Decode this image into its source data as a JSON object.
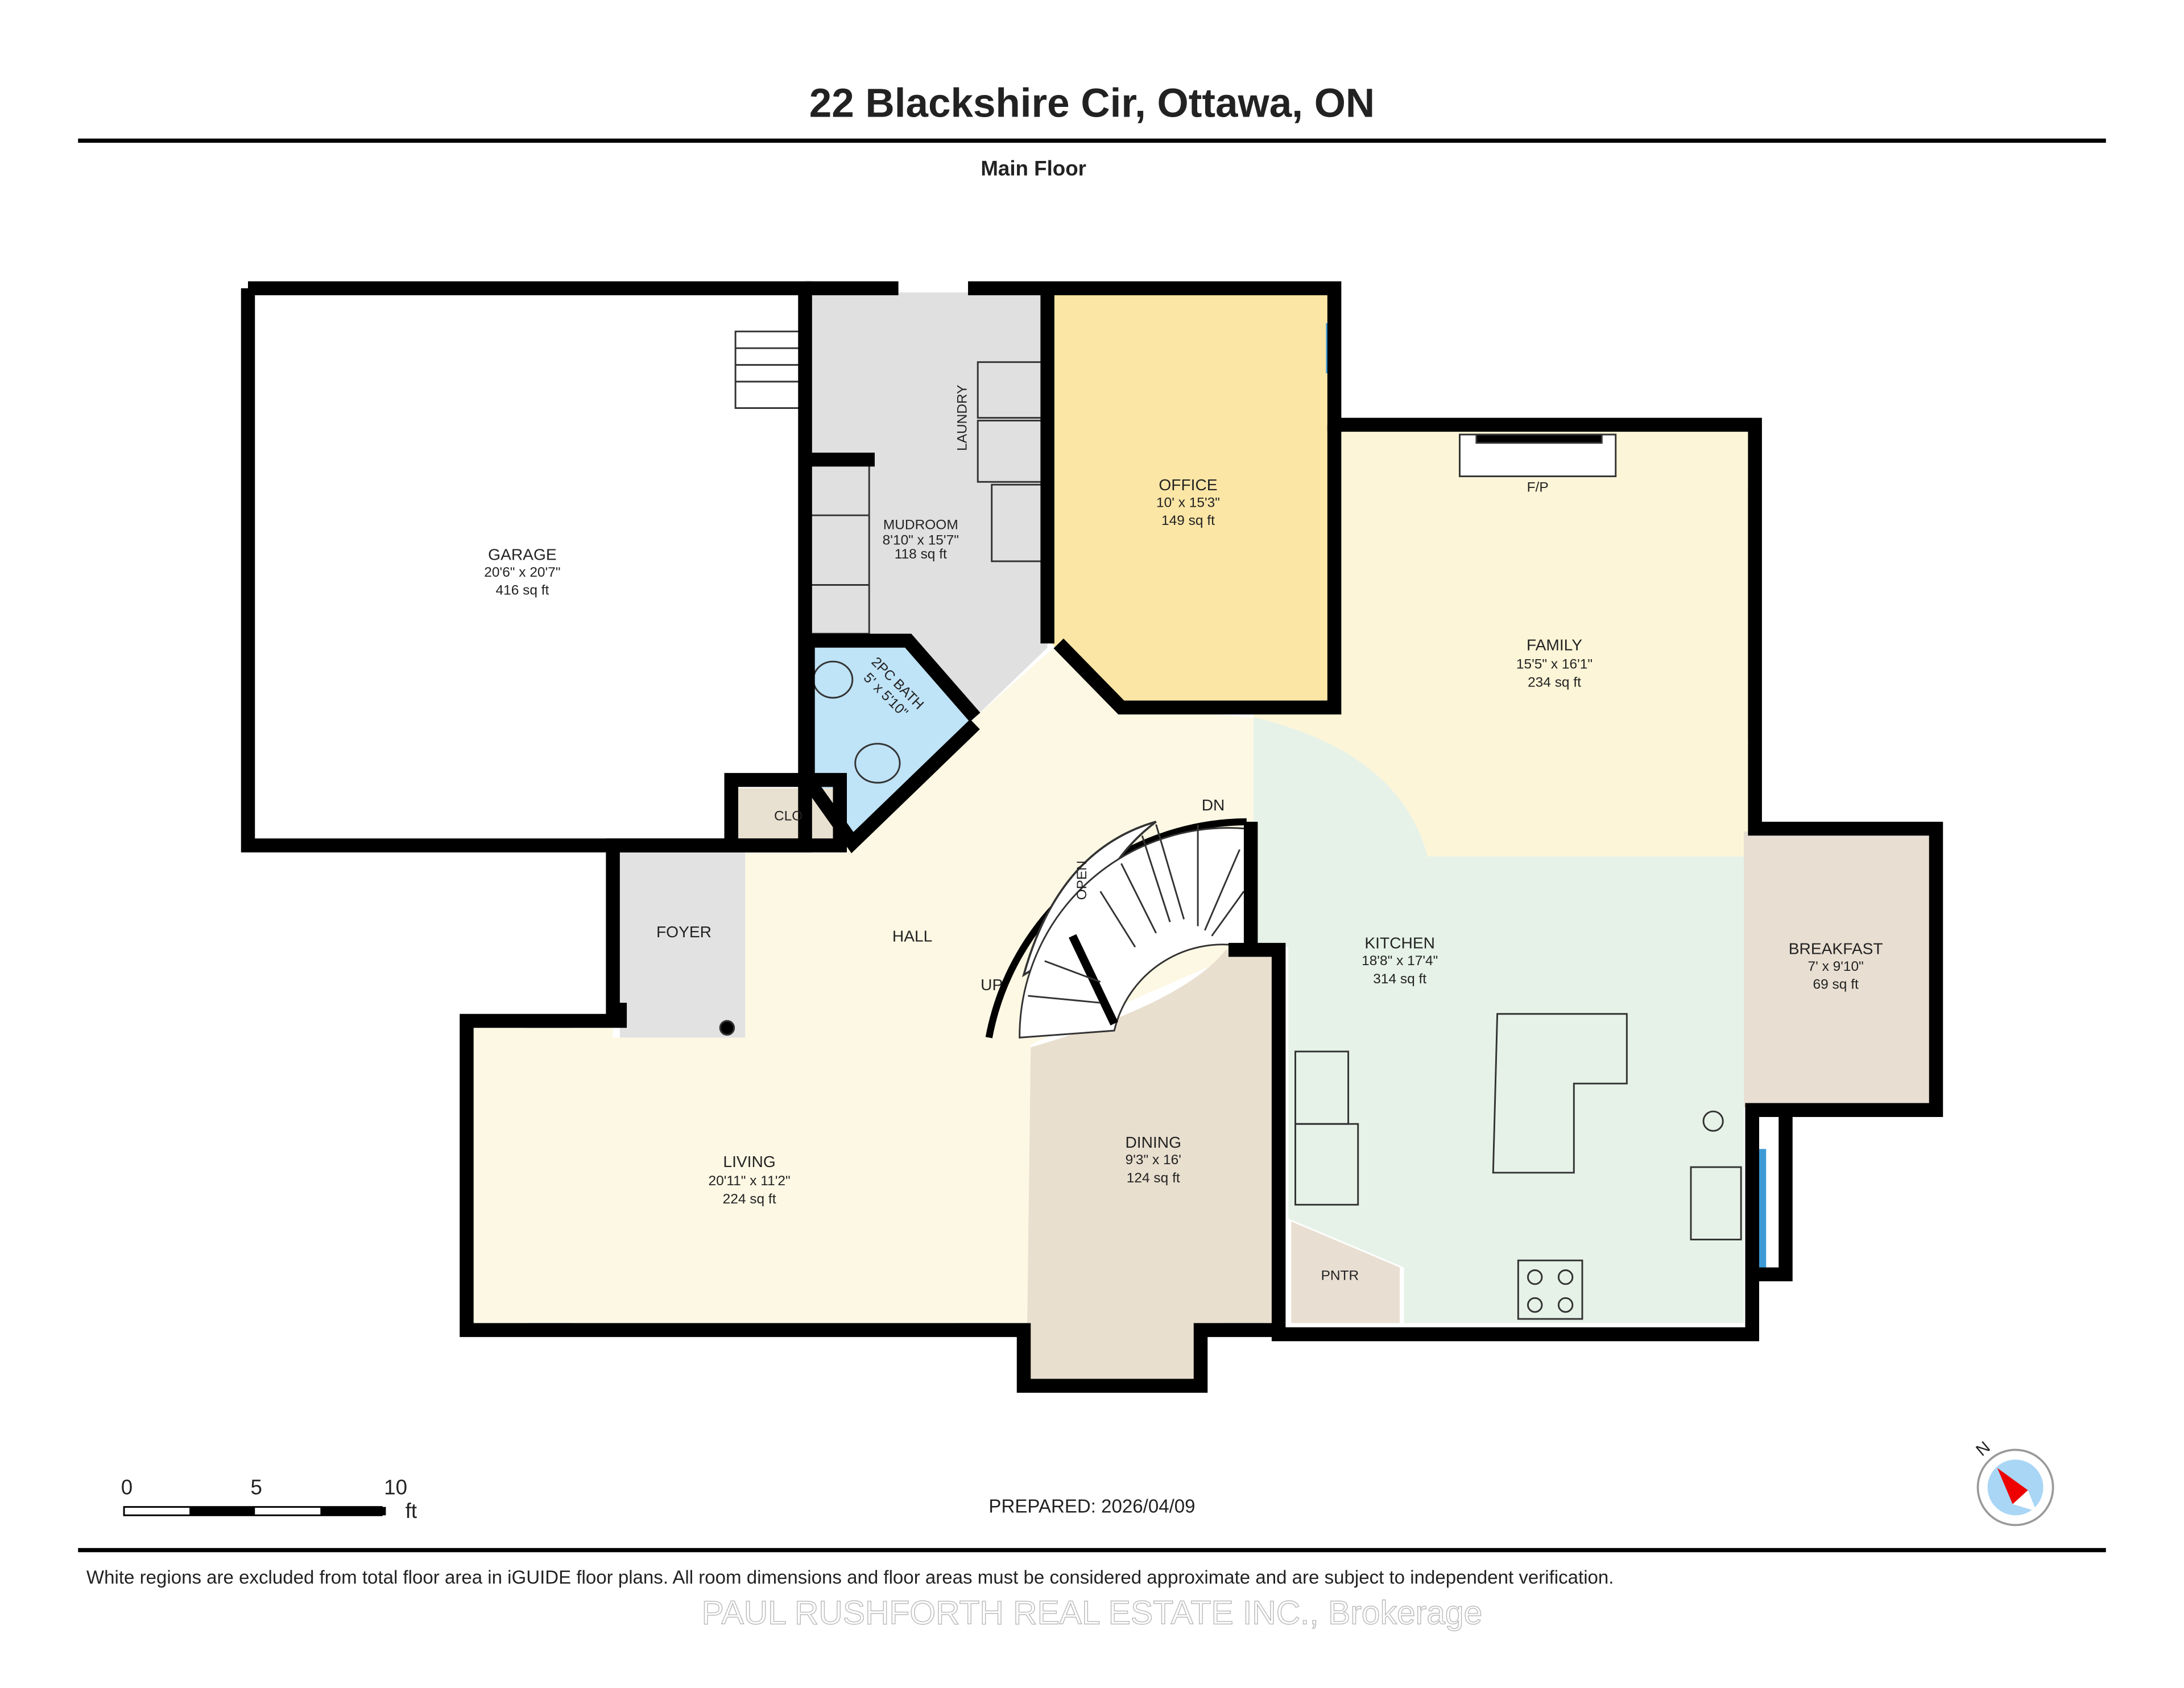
{
  "header": {
    "title": "22 Blackshire Cir, Ottawa, ON",
    "floor": "Main Floor"
  },
  "rooms": {
    "garage": {
      "name": "GARAGE",
      "dims": "20'6\" x 20'7\"",
      "area": "416 sq ft"
    },
    "mudroom": {
      "name": "MUDROOM",
      "dims": "8'10\" x 15'7\"",
      "area": "118 sq ft"
    },
    "laundry": {
      "name": "LAUNDRY"
    },
    "office": {
      "name": "OFFICE",
      "dims": "10' x 15'3\"",
      "area": "149 sq ft"
    },
    "family": {
      "name": "FAMILY",
      "dims": "15'5\" x 16'1\"",
      "area": "234 sq ft",
      "fireplace": "F/P"
    },
    "bath": {
      "name": "2PC BATH",
      "dims": "5' x 5'10\""
    },
    "clo": {
      "name": "CLO"
    },
    "foyer": {
      "name": "FOYER"
    },
    "hall": {
      "name": "HALL"
    },
    "stairs": {
      "open": "OPEN",
      "up": "UP",
      "down": "DN"
    },
    "kitchen": {
      "name": "KITCHEN",
      "dims": "18'8\" x 17'4\"",
      "area": "314 sq ft"
    },
    "breakfast": {
      "name": "BREAKFAST",
      "dims": "7' x 9'10\"",
      "area": "69 sq ft"
    },
    "living": {
      "name": "LIVING",
      "dims": "20'11\" x 11'2\"",
      "area": "224 sq ft"
    },
    "dining": {
      "name": "DINING",
      "dims": "9'3\" x 16'",
      "area": "124 sq ft"
    },
    "pantry": {
      "name": "PNTR"
    }
  },
  "colors": {
    "office": "#fbe6a6",
    "family": "#fcf5d7",
    "hall": "#fdf8e4",
    "kitchen": "#e6f2e8",
    "breakfast": "#e8dfd2",
    "dining": "#e9dfcf",
    "mudroom": "#e0e0e0",
    "bath": "#bfe3f7",
    "window": "#3d9ad6"
  },
  "scale": {
    "ticks": [
      "0",
      "5",
      "10"
    ],
    "unit": "ft"
  },
  "prepared": "PREPARED: 2026/04/09",
  "compass": {
    "label": "N"
  },
  "footer": {
    "disclaimer": "White regions are excluded from total floor area in iGUIDE floor plans. All room dimensions and floor areas must be considered approximate and are subject to independent verification.",
    "watermark": "PAUL RUSHFORTH REAL ESTATE INC., Brokerage"
  }
}
